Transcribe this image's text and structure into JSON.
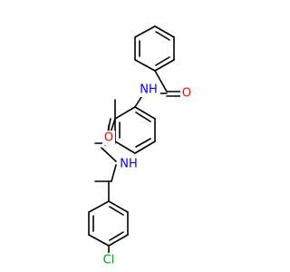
{
  "molecule": {
    "atoms": {
      "amide_nh_top": {
        "text": "NH",
        "color": "#0000ff"
      },
      "amide_o_top": {
        "text": "O",
        "color": "#ff0000"
      },
      "amide_o_mid": {
        "text": "O",
        "color": "#ff0000"
      },
      "amide_nh_mid": {
        "text": "NH",
        "color": "#0000ff"
      },
      "chlorine": {
        "text": "Cl",
        "color": "#00a000"
      }
    },
    "bond_color": "#000000",
    "background": "#ffffff"
  }
}
